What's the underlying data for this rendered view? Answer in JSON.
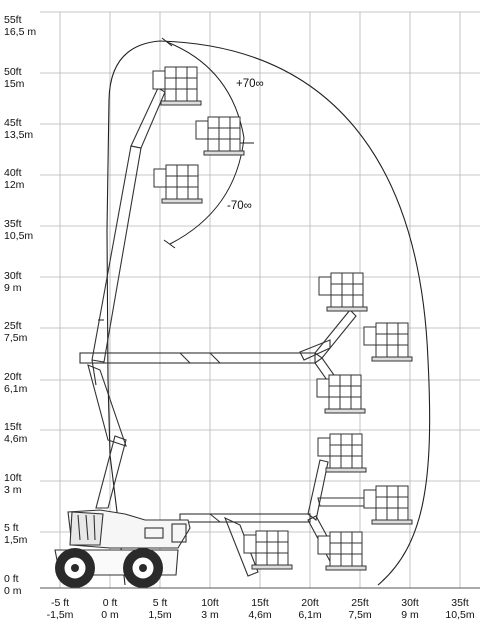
{
  "y_labels": [
    {
      "ft": "55ft",
      "m": "16,5 m"
    },
    {
      "ft": "50ft",
      "m": "15m"
    },
    {
      "ft": "45ft",
      "m": "13,5m"
    },
    {
      "ft": "40ft",
      "m": "12m"
    },
    {
      "ft": "35ft",
      "m": "10,5m"
    },
    {
      "ft": "30ft",
      "m": "9 m"
    },
    {
      "ft": "25ft",
      "m": "7,5m"
    },
    {
      "ft": "20ft",
      "m": "6,1m"
    },
    {
      "ft": "15ft",
      "m": "4,6m"
    },
    {
      "ft": "10ft",
      "m": "3 m"
    },
    {
      "ft": "5 ft",
      "m": "1,5m"
    },
    {
      "ft": "0 ft",
      "m": "0 m"
    }
  ],
  "x_labels": [
    {
      "ft": "-5 ft",
      "m": "-1,5m"
    },
    {
      "ft": "0 ft",
      "m": "0 m"
    },
    {
      "ft": "5 ft",
      "m": "1,5m"
    },
    {
      "ft": "10ft",
      "m": "3 m"
    },
    {
      "ft": "15ft",
      "m": "4,6m"
    },
    {
      "ft": "20ft",
      "m": "6,1m"
    },
    {
      "ft": "25ft",
      "m": "7,5m"
    },
    {
      "ft": "30ft",
      "m": "9 m"
    },
    {
      "ft": "35ft",
      "m": "10,5m"
    }
  ],
  "angles": {
    "up": "+70∞",
    "down": "-70∞"
  },
  "colors": {
    "grid": "#b5b5b5",
    "line": "#333333",
    "envelope": "#222222"
  }
}
